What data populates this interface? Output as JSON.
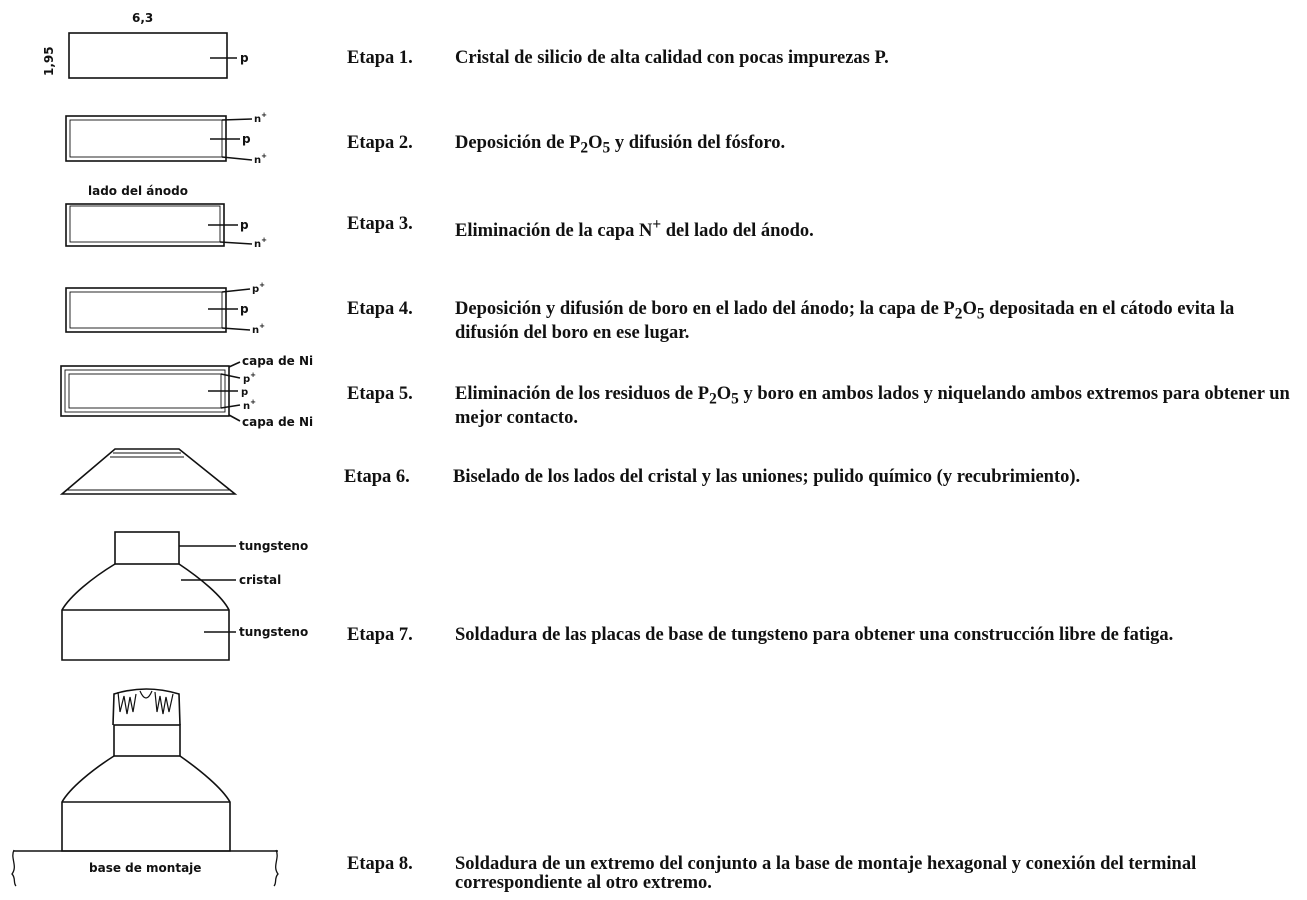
{
  "diagram": {
    "dim_width": "6,3",
    "dim_height": "1,95",
    "label_p": "p",
    "label_n_plus": "n",
    "label_p_plus": "p",
    "plus": "+",
    "label_lado_anodo": "lado del ánodo",
    "label_capa_ni": "capa de Ni",
    "label_tungsteno": "tungsteno",
    "label_cristal": "cristal",
    "label_base_montaje": "base de montaje"
  },
  "steps": [
    {
      "num": "Etapa 1.",
      "html": "Cristal de silicio de alta calidad con pocas impurezas P."
    },
    {
      "num": "Etapa 2.",
      "html": "Deposición de P<sub>2</sub>O<sub>5</sub> y difusión del fósforo."
    },
    {
      "num": "Etapa 3.",
      "html": "Eliminación de la capa N<sup>+</sup> del lado del ánodo."
    },
    {
      "num": "Etapa 4.",
      "html": "Deposición y difusión de boro en el lado del ánodo; la capa de P<sub>2</sub>O<sub>5</sub> depositada en el cátodo evita la difusión del boro en ese lugar."
    },
    {
      "num": "Etapa 5.",
      "html": "Eliminación de los residuos de P<sub>2</sub>O<sub>5</sub> y boro en ambos lados y niquelando ambos extremos para obtener un mejor contacto."
    },
    {
      "num": "Etapa 6.",
      "html": "Biselado de los lados del cristal y las uniones; pulido químico (y recubrimiento)."
    },
    {
      "num": "Etapa 7.",
      "html": "Soldadura de las placas de base de tungsteno para obtener una construcción libre de fatiga."
    },
    {
      "num": "Etapa 8.",
      "html": "Soldadura de un extremo del conjunto a la base de montaje hexagonal y conexión del terminal correspondiente al otro extremo."
    }
  ]
}
